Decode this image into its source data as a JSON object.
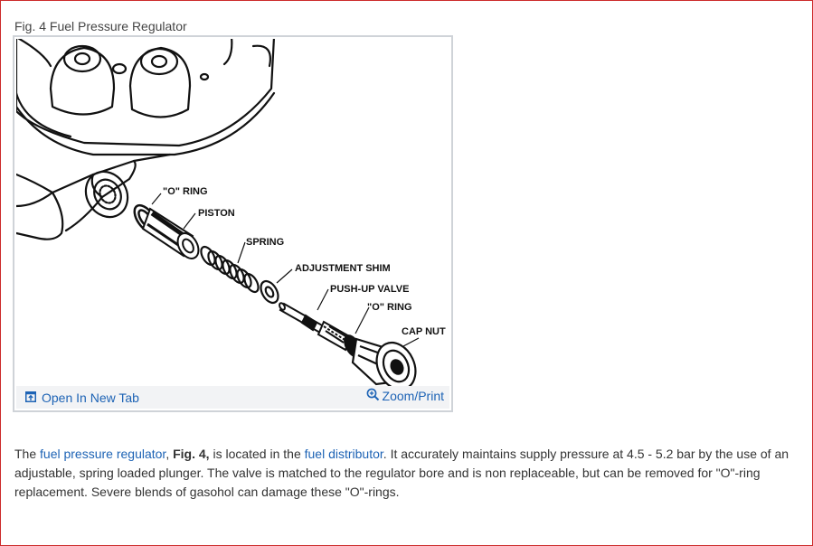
{
  "figure": {
    "caption": "Fig. 4 Fuel Pressure Regulator",
    "labels": {
      "o_ring_1": "\"O\" RING",
      "piston": "PISTON",
      "spring": "SPRING",
      "adjustment_shim": "ADJUSTMENT SHIM",
      "push_up_valve": "PUSH-UP VALVE",
      "o_ring_2": "\"O\" RING",
      "cap_nut": "CAP NUT"
    },
    "open_tab_label": "Open In New Tab",
    "zoom_label": "Zoom/Print"
  },
  "paragraph": {
    "part1": "The ",
    "link1": "fuel pressure regulator",
    "part2": ", ",
    "bold": "Fig. 4,",
    "part3": " is located in the ",
    "link2": "fuel distributor",
    "part4": ". It accurately maintains supply pressure at 4.5 - 5.2 bar by the use of an adjustable, spring loaded plunger. The valve is matched to the regulator bore and is non replaceable, but can be removed for \"O\"-ring replacement. Severe blends of gasohol can damage these \"O\"-rings."
  },
  "colors": {
    "link": "#1d63b5",
    "frame_border": "#cc2b2b",
    "figure_border": "#cfd3d8"
  },
  "icons": {
    "open_tab": "open-in-new-tab-icon",
    "zoom": "zoom-in-icon"
  }
}
